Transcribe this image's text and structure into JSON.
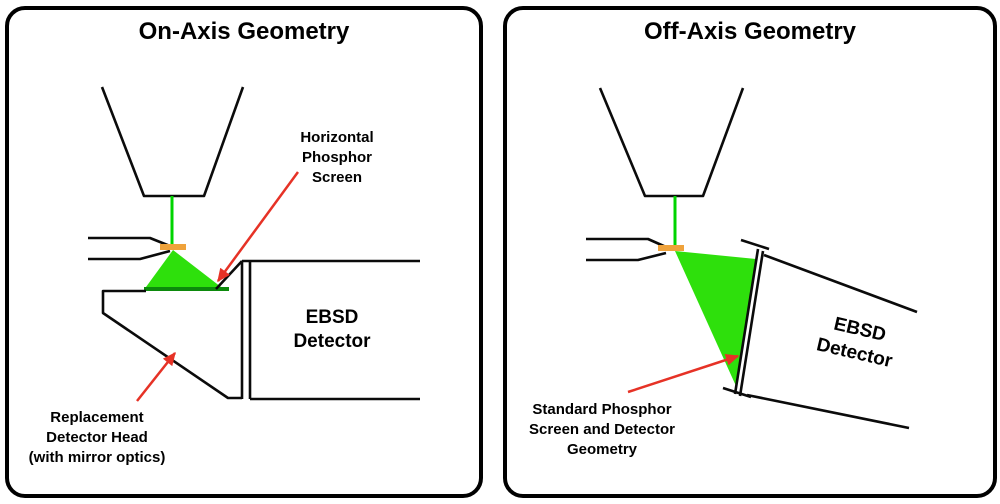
{
  "colors": {
    "beam_green": "#00d400",
    "cone_green": "#2ee00c",
    "screen_dark_green": "#0c8a0c",
    "aperture_orange": "#efa23b",
    "arrow_red": "#e63226",
    "outline_black": "#0b0b0b"
  },
  "left_panel": {
    "title": "On-Axis Geometry",
    "labels": {
      "phosphor_screen": "Horizontal\nPhosphor\nScreen",
      "ebsd_detector": "EBSD\nDetector",
      "replacement_head": "Replacement\nDetector Head\n(with mirror optics)"
    }
  },
  "right_panel": {
    "title": "Off-Axis Geometry",
    "labels": {
      "ebsd_detector": "EBSD\nDetector",
      "standard_screen": "Standard Phosphor\nScreen and Detector\nGeometry"
    }
  }
}
